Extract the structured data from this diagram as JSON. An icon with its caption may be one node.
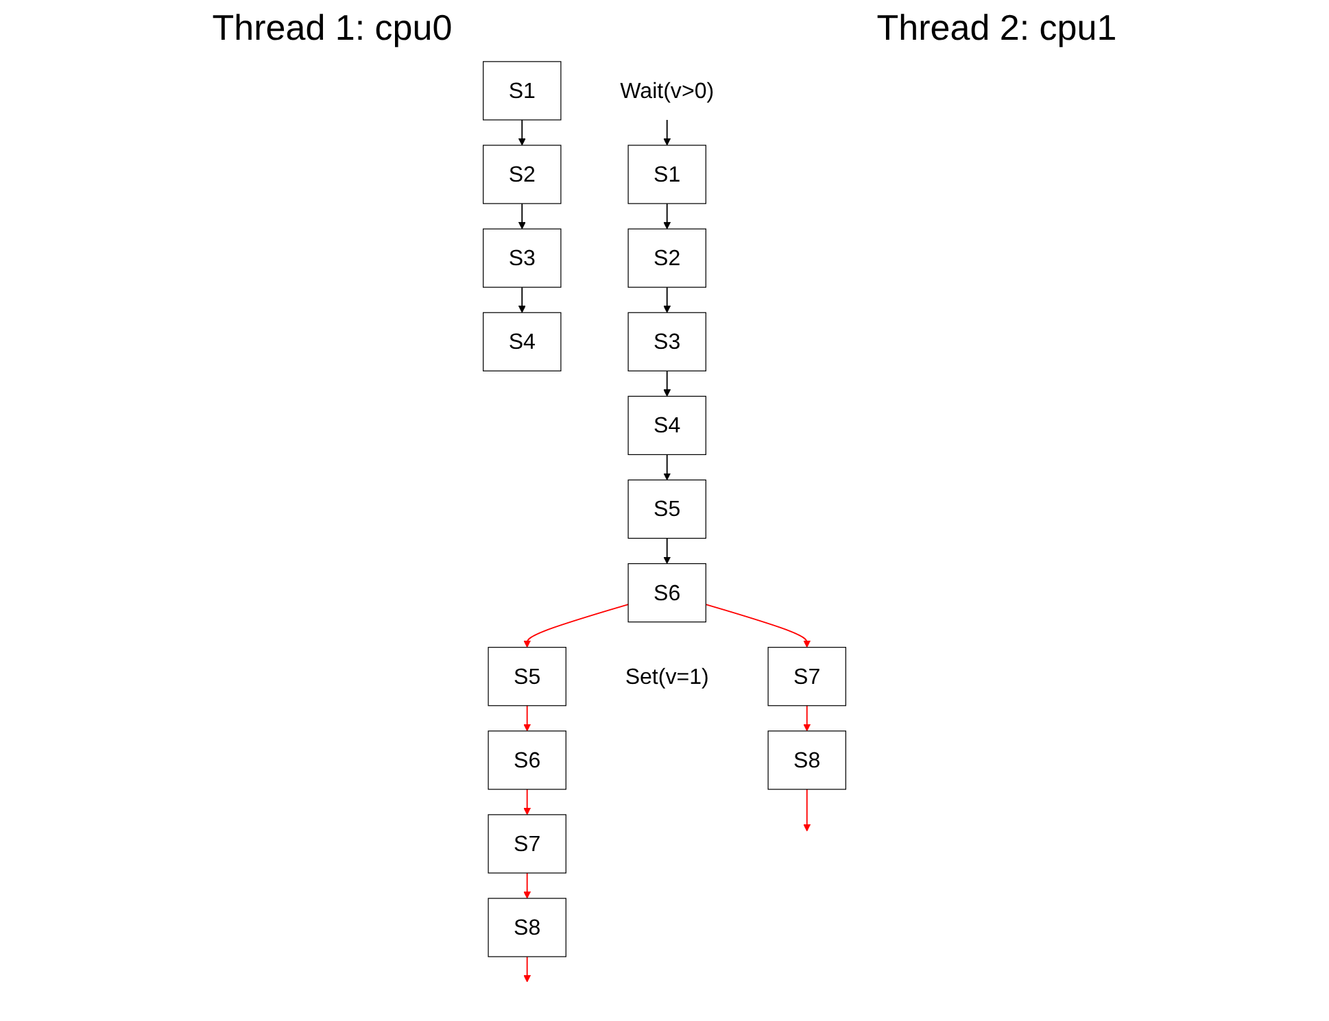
{
  "diagram": {
    "nodes": [
      {
        "text": [
          "S1"
        ]
      },
      {
        "text": [
          "S2"
        ]
      },
      {
        "text": [
          "S3"
        ]
      },
      {
        "text": [
          "S4"
        ]
      },
      {
        "text": [
          "S5"
        ]
      },
      {
        "text": [
          "S6"
        ]
      },
      {
        "text": [
          "S7"
        ]
      },
      {
        "text": [
          "S8"
        ]
      },
      {
        "text": [
          "Wait(v>0)"
        ]
      },
      {
        "text": [
          "S1"
        ]
      },
      {
        "text": [
          "S2"
        ]
      },
      {
        "text": [
          "S3"
        ]
      },
      {
        "text": [
          "S4"
        ]
      },
      {
        "text": [
          "S5"
        ]
      },
      {
        "text": [
          "S6"
        ],
        "beside": [
          "Set(v=1)"
        ]
      },
      {
        "text": [
          "S7"
        ]
      },
      {
        "text": [
          "S8"
        ]
      }
    ],
    "edges": [
      {
        "from": 0,
        "to": 1,
        "arrow": "to"
      },
      {
        "from": 1,
        "to": 2,
        "arrow": "to"
      },
      {
        "from": 2,
        "to": 3,
        "arrow": "to"
      },
      {
        "from": 4,
        "to": 5,
        "arrow": "to",
        "color": "#ff0000"
      },
      {
        "from": 5,
        "to": 6,
        "arrow": "to",
        "color": "#ff0000"
      },
      {
        "from": 6,
        "to": 7,
        "arrow": "to",
        "color": "#ff0000"
      },
      {
        "from": 7,
        "to": null,
        "arrow": "to",
        "color": "#ff0000"
      },
      {
        "from": 8,
        "to": 9,
        "arrow": "to"
      },
      {
        "from": 9,
        "to": 10,
        "arrow": "to"
      },
      {
        "from": 10,
        "to": 11,
        "arrow": "to"
      },
      {
        "from": 11,
        "to": 12,
        "arrow": "to"
      },
      {
        "from": 12,
        "to": 13,
        "arrow": "to"
      },
      {
        "from": 13,
        "to": 14,
        "arrow": "to"
      },
      {
        "from": 14,
        "to": 15,
        "arrow": "to",
        "color": "#ff0000"
      },
      {
        "from": 15,
        "to": 16,
        "arrow": "to",
        "color": "#ff0000"
      },
      {
        "from": 16,
        "to": null,
        "arrow": "to",
        "color": "#ff0000"
      },
      {
        "from": 14,
        "to": 4,
        "arrow": "to",
        "color": "#ff0000"
      }
    ],
    "labels": [
      "Thread 1: cpu0",
      "Thread 2: cpu1"
    ]
  }
}
